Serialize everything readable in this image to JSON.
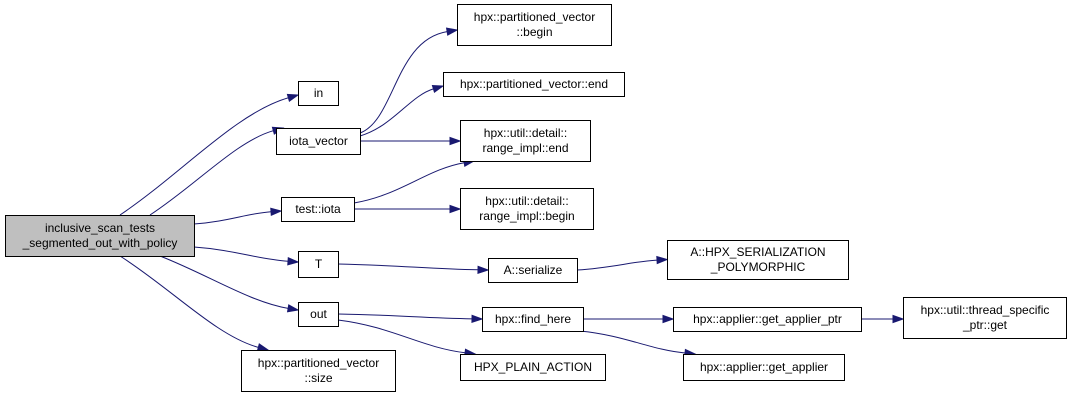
{
  "colors": {
    "edge": "#191970",
    "root_fill": "#bfbfbf",
    "node_fill": "#ffffff",
    "border": "#000000"
  },
  "nodes": {
    "root": {
      "lines": [
        "inclusive_scan_tests",
        "_segmented_out_with_policy"
      ]
    },
    "in": {
      "lines": [
        "in"
      ]
    },
    "iota_vector": {
      "lines": [
        "iota_vector"
      ]
    },
    "test_iota": {
      "lines": [
        "test::iota"
      ]
    },
    "T": {
      "lines": [
        "T"
      ]
    },
    "out": {
      "lines": [
        "out"
      ]
    },
    "pv_size": {
      "lines": [
        "hpx::partitioned_vector",
        "::size"
      ]
    },
    "pv_begin": {
      "lines": [
        "hpx::partitioned_vector",
        "::begin"
      ]
    },
    "pv_end": {
      "lines": [
        "hpx::partitioned_vector::end"
      ]
    },
    "range_end": {
      "lines": [
        "hpx::util::detail::",
        "range_impl::end"
      ]
    },
    "range_begin": {
      "lines": [
        "hpx::util::detail::",
        "range_impl::begin"
      ]
    },
    "a_serialize": {
      "lines": [
        "A::serialize"
      ]
    },
    "a_hpx_ser": {
      "lines": [
        "A::HPX_SERIALIZATION",
        "_POLYMORPHIC"
      ]
    },
    "find_here": {
      "lines": [
        "hpx::find_here"
      ]
    },
    "plain_action": {
      "lines": [
        "HPX_PLAIN_ACTION"
      ]
    },
    "get_applier_ptr": {
      "lines": [
        "hpx::applier::get_applier_ptr"
      ]
    },
    "get_applier": {
      "lines": [
        "hpx::applier::get_applier"
      ]
    },
    "thread_specific": {
      "lines": [
        "hpx::util::thread_specific",
        "_ptr::get"
      ]
    }
  },
  "edges": [
    {
      "from": "root",
      "to": "in"
    },
    {
      "from": "root",
      "to": "iota_vector"
    },
    {
      "from": "root",
      "to": "test_iota"
    },
    {
      "from": "root",
      "to": "T"
    },
    {
      "from": "root",
      "to": "out"
    },
    {
      "from": "root",
      "to": "pv_size"
    },
    {
      "from": "iota_vector",
      "to": "pv_begin"
    },
    {
      "from": "iota_vector",
      "to": "pv_end"
    },
    {
      "from": "iota_vector",
      "to": "range_end"
    },
    {
      "from": "test_iota",
      "to": "range_end"
    },
    {
      "from": "test_iota",
      "to": "range_begin"
    },
    {
      "from": "T",
      "to": "a_serialize"
    },
    {
      "from": "a_serialize",
      "to": "a_hpx_ser"
    },
    {
      "from": "out",
      "to": "find_here"
    },
    {
      "from": "out",
      "to": "plain_action"
    },
    {
      "from": "find_here",
      "to": "get_applier_ptr"
    },
    {
      "from": "find_here",
      "to": "get_applier"
    },
    {
      "from": "get_applier_ptr",
      "to": "thread_specific"
    }
  ]
}
